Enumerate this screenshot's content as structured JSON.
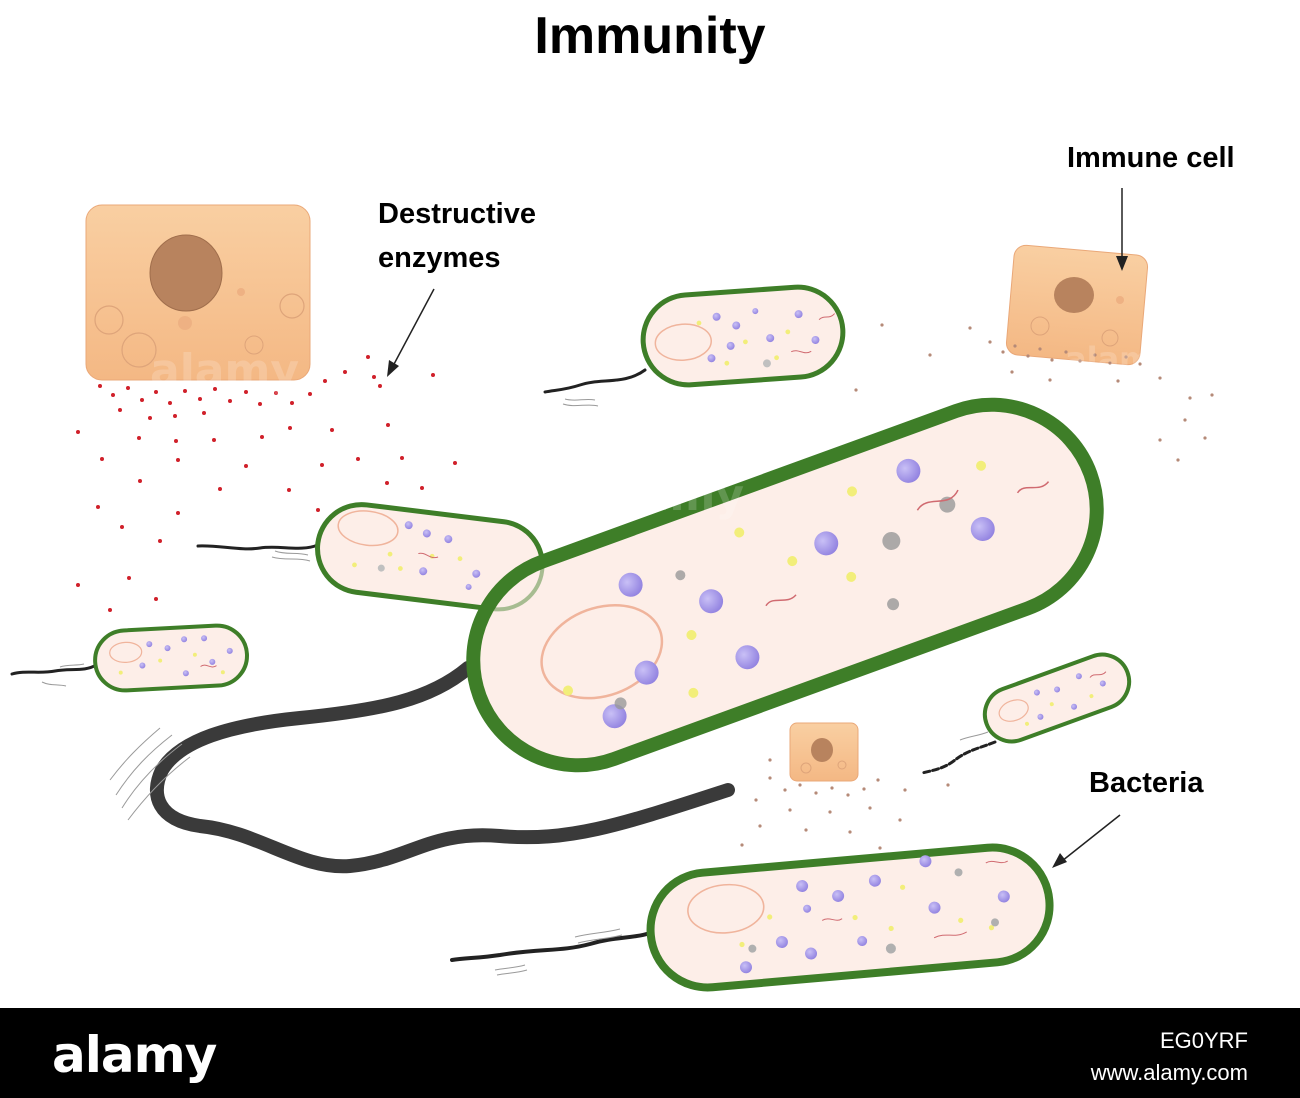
{
  "title": "Immunity",
  "labels": {
    "destructive_enzymes_line1": "Destructive",
    "destructive_enzymes_line2": "enzymes",
    "immune_cell": "Immune cell",
    "bacteria": "Bacteria"
  },
  "watermark": "alamy",
  "footer": {
    "brand": "alamy",
    "image_id": "EG0YRF",
    "site": "www.alamy.com"
  },
  "colors": {
    "cell_wall": "#3e7e28",
    "cytoplasm": "#fdeee8",
    "immune_cell": "#f7c28f",
    "nucleus": "#b8835e",
    "granule_purple": "#a496e8",
    "granule_yellow": "#f2ee7a",
    "enzyme_dot": "#d0202a",
    "flagellum": "#3a3a3a"
  }
}
